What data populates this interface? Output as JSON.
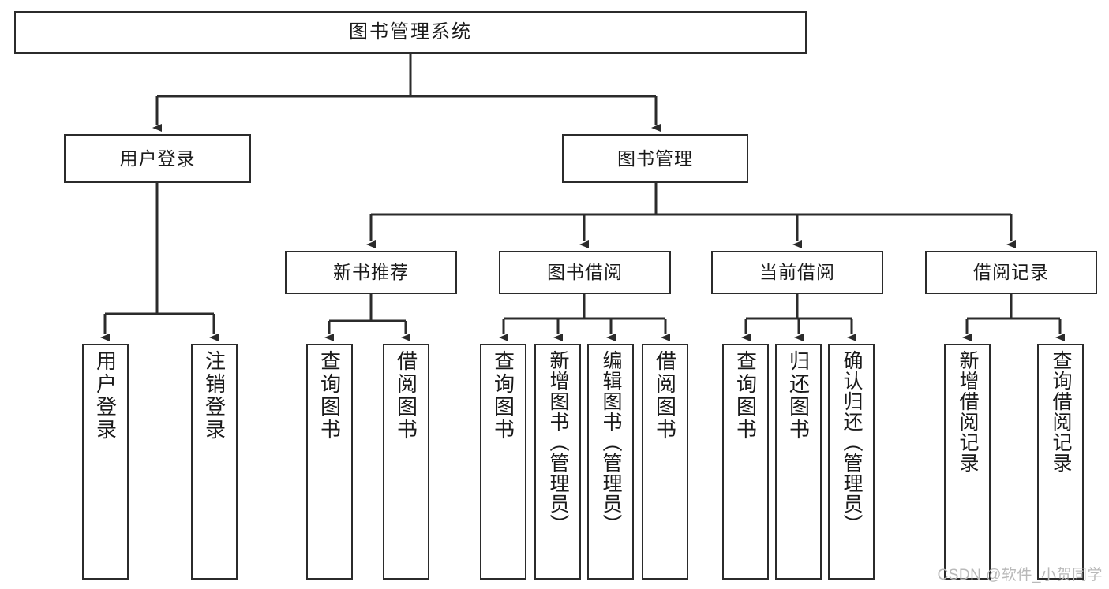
{
  "diagram": {
    "title": "图书管理系统",
    "watermark": "CSDN @软件_小贺同学",
    "stroke_color": "#2b2b2b",
    "background_color": "#ffffff",
    "text_color": "#1a1a1a",
    "watermark_color": "#b9b9b9",
    "root": {
      "label": "图书管理系统"
    },
    "level1": [
      {
        "label": "用户登录"
      },
      {
        "label": "图书管理"
      }
    ],
    "level2": [
      {
        "label": "新书推荐"
      },
      {
        "label": "图书借阅"
      },
      {
        "label": "当前借阅"
      },
      {
        "label": "借阅记录"
      }
    ],
    "leaves": {
      "user_login": [
        {
          "label": "用户登录"
        },
        {
          "label": "注销登录"
        }
      ],
      "new_book_recommend": [
        {
          "label": "查询图书"
        },
        {
          "label": "借阅图书"
        }
      ],
      "book_borrow": [
        {
          "label": "查询图书"
        },
        {
          "label": "新增图书（管理员）"
        },
        {
          "label": "编辑图书（管理员）"
        },
        {
          "label": "借阅图书"
        }
      ],
      "current_borrow": [
        {
          "label": "查询图书"
        },
        {
          "label": "归还图书"
        },
        {
          "label": "确认归还（管理员）"
        }
      ],
      "borrow_record": [
        {
          "label": "新增借阅记录"
        },
        {
          "label": "查询借阅记录"
        }
      ]
    }
  }
}
